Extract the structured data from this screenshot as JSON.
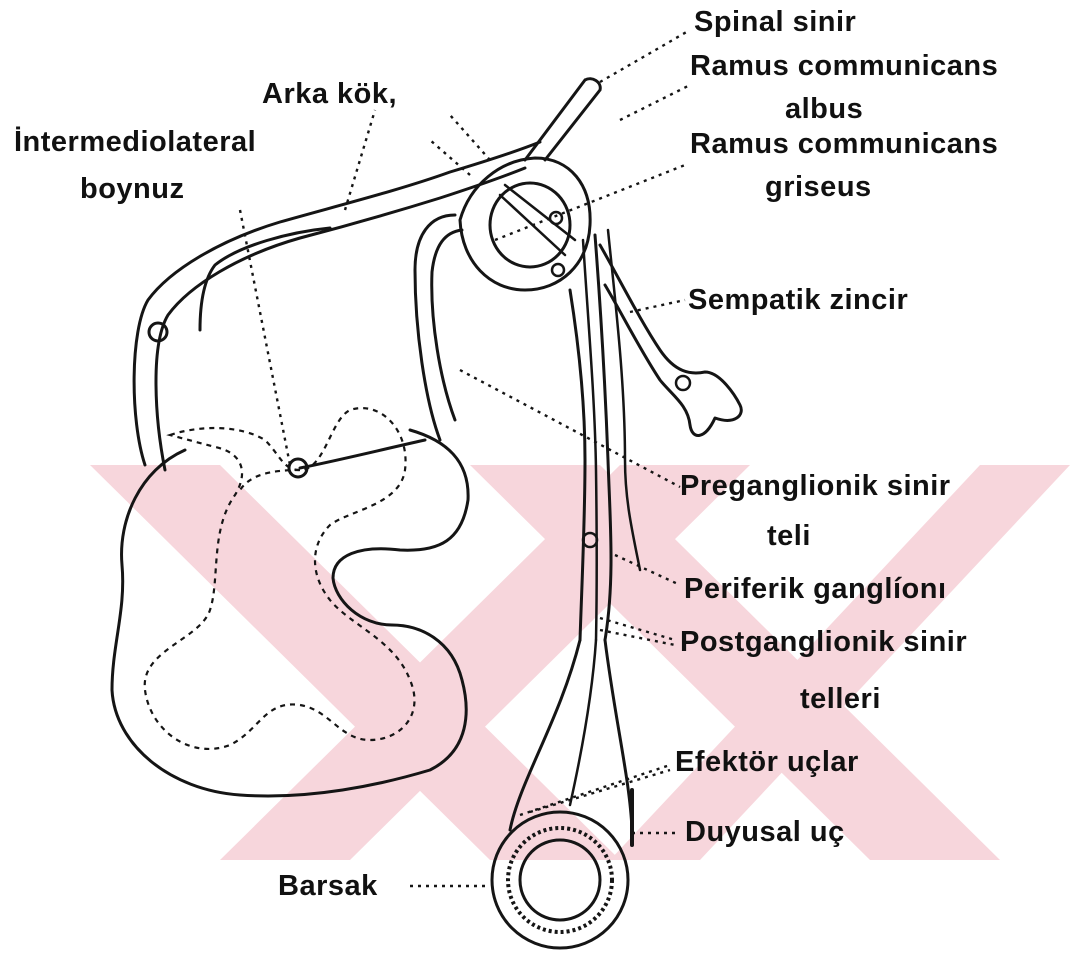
{
  "colors": {
    "ink": "#151515",
    "watermark": "#f7d6dc",
    "background": "#ffffff"
  },
  "labels": {
    "spinal_sinir": "Spinal sinir",
    "ramus_albus_line1": "Ramus communicans",
    "ramus_albus_line2": "albus",
    "ramus_griseus_line1": "Ramus communicans",
    "ramus_griseus_line2": "griseus",
    "arka_kok": "Arka kök,",
    "intermediolateral_line1": "İntermediolateral",
    "intermediolateral_line2": "boynuz",
    "sempatik_zincir": "Sempatik zincir",
    "preganglionik_line1": "Preganglionik sinir",
    "preganglionik_line2": "teli",
    "periferik_ganglion": "Periferik ganglíonı",
    "postganglionik_line1": "Postganglionik sinir",
    "postganglionik_line2": "telleri",
    "efektor_uclar": "Efektör uçlar",
    "duyusal_uc": "Duyusal uç",
    "barsak": "Barsak"
  }
}
